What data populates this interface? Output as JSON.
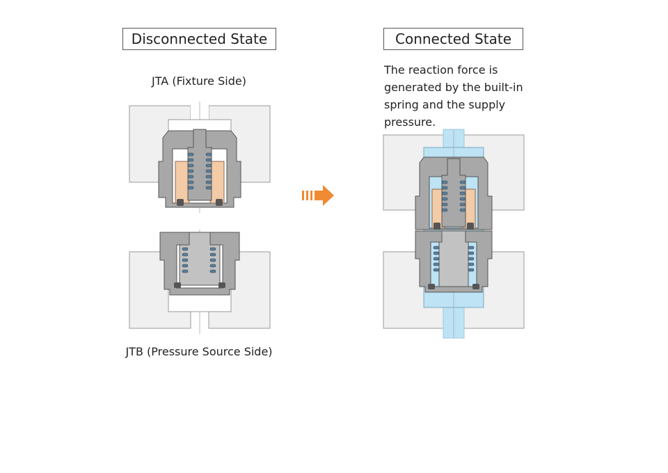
{
  "disconnected": {
    "title": "Disconnected State",
    "jta_label": "JTA (Fixture Side)",
    "jtb_label": "JTB (Pressure Source Side)"
  },
  "connected": {
    "title": "Connected State",
    "description": "The reaction force is generated by the built-in spring and the supply pressure."
  },
  "icons": {
    "transition": "arrow-right-icon"
  },
  "colors": {
    "fixture": "#f0f0f0",
    "body_metal": "#a8a8a8",
    "metal_dark": "#777777",
    "seal_orange": "#f3cba7",
    "fluid_blue": "#bde3f5",
    "spring": "#5b7d97",
    "arrow": "#f08a33"
  }
}
